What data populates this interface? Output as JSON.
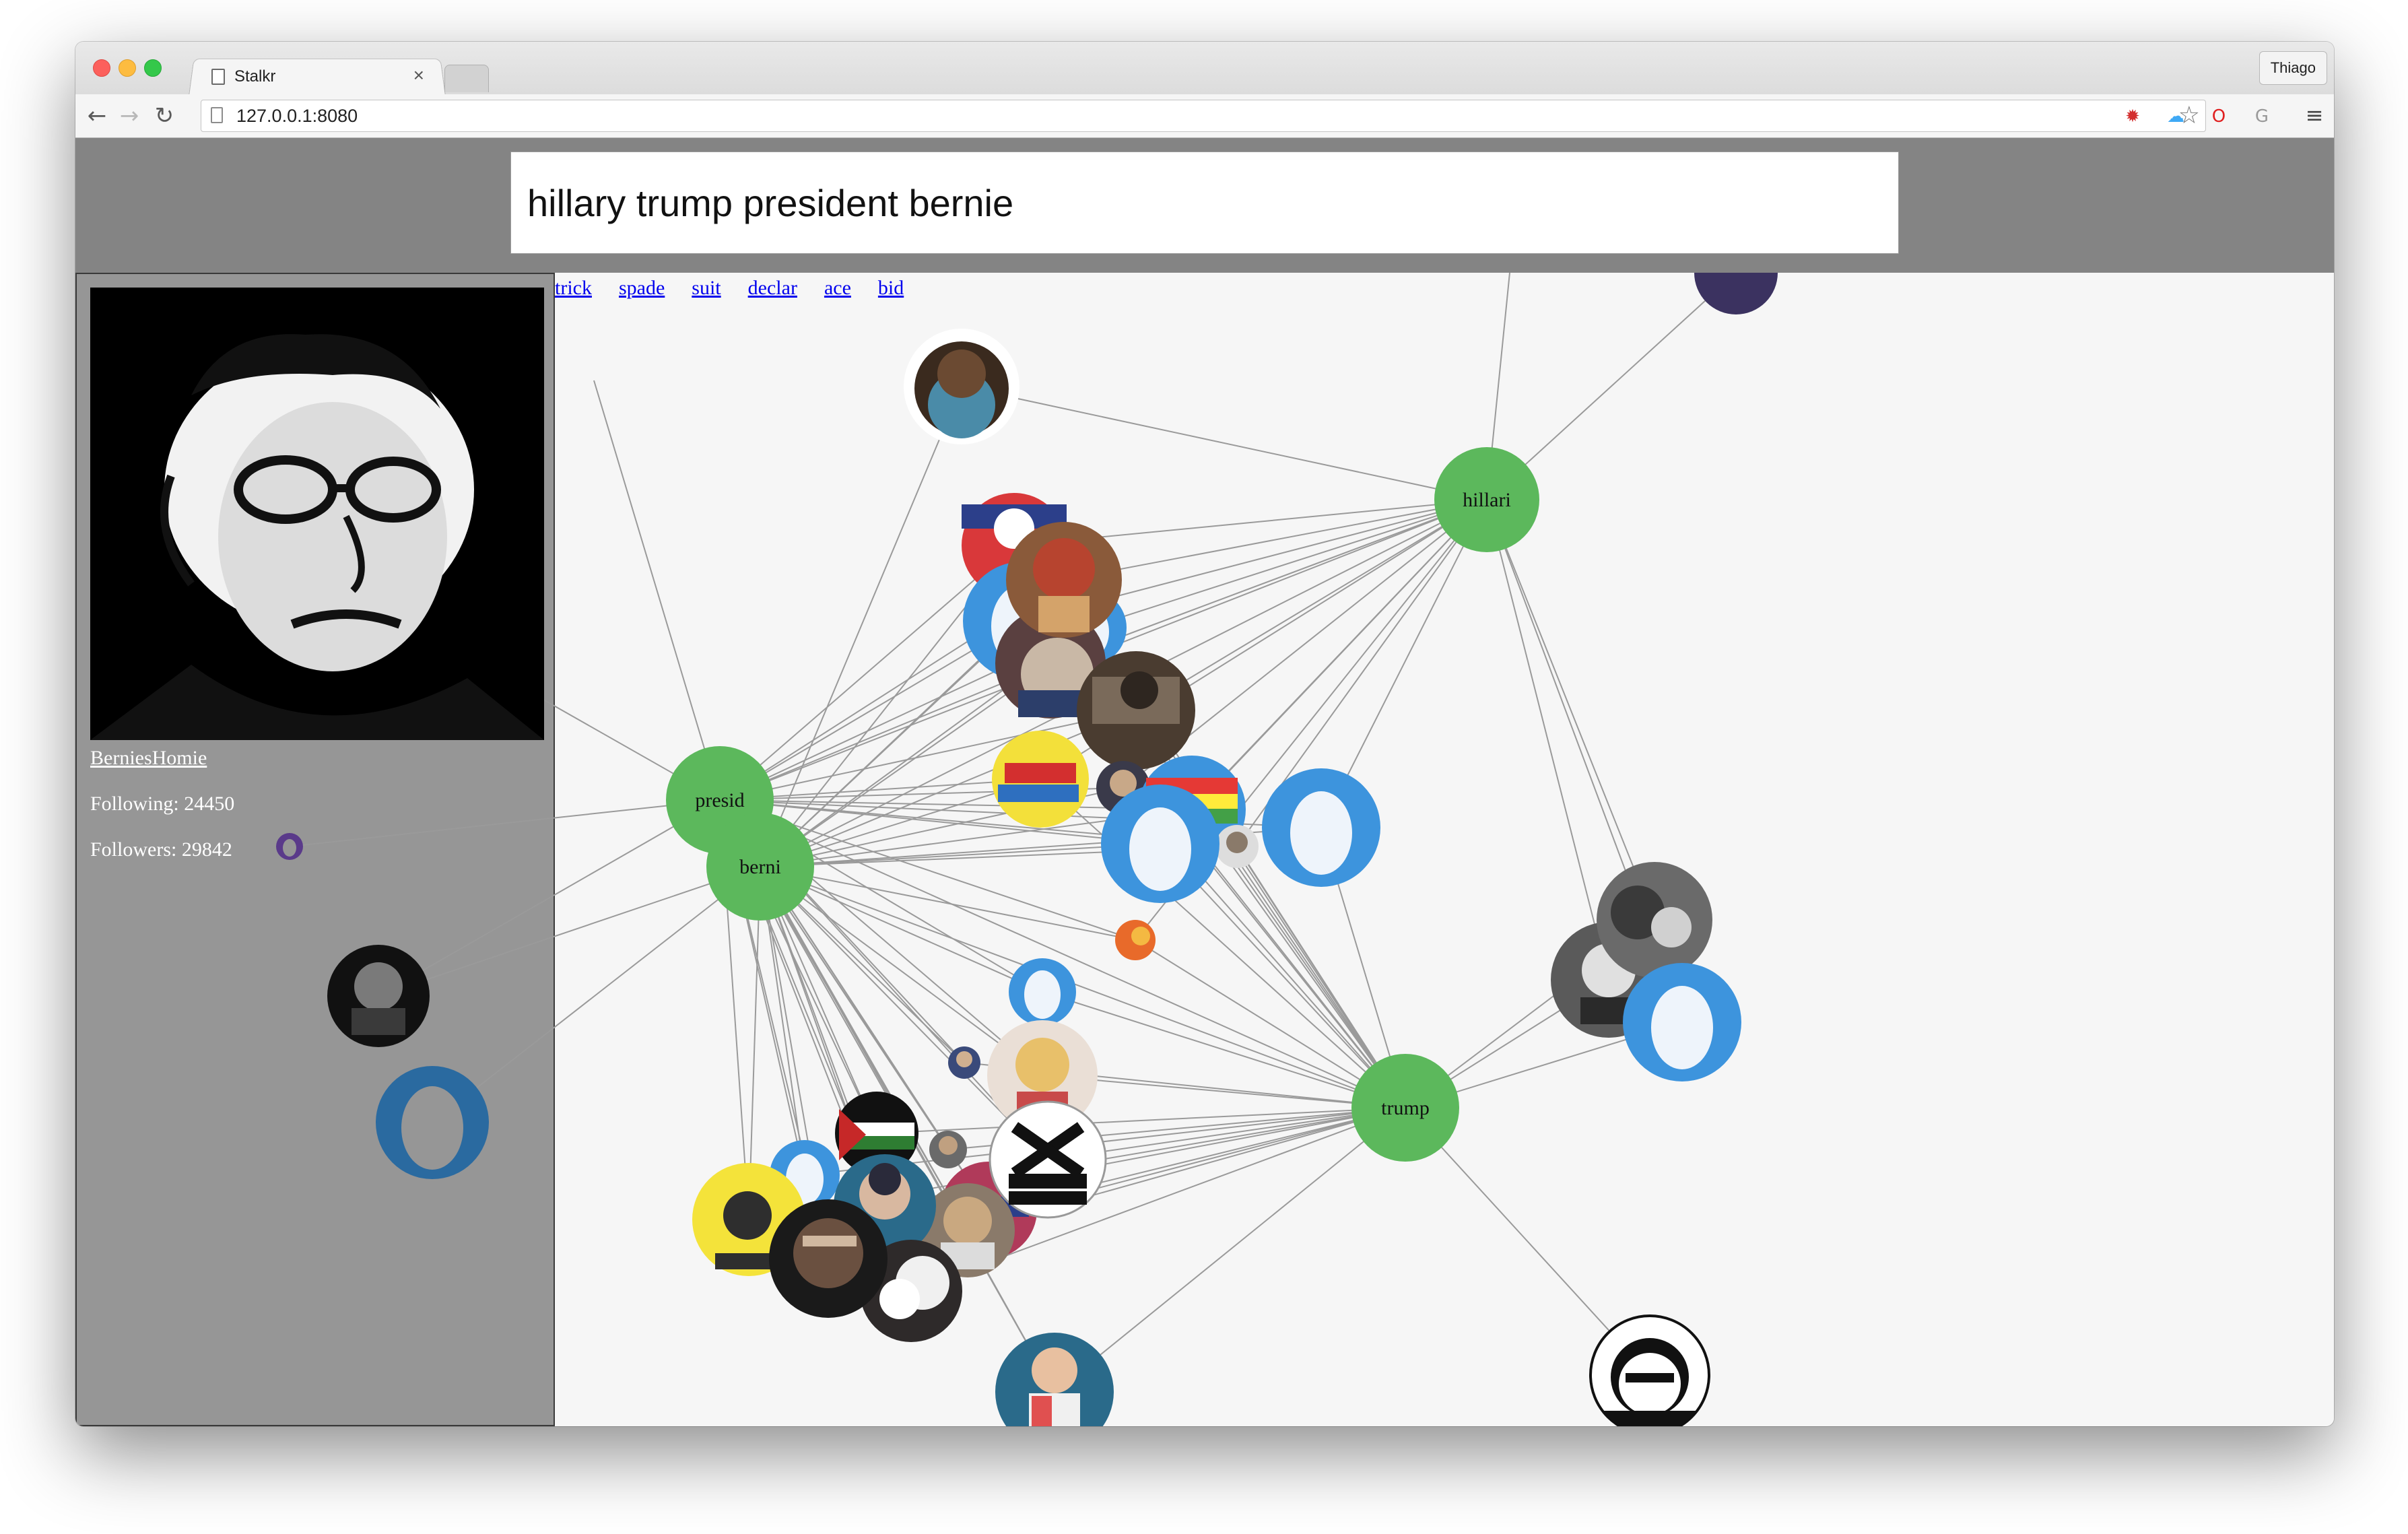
{
  "browser": {
    "tab_title": "Stalkr",
    "tab_close": "×",
    "url": "127.0.0.1:8080",
    "profile": "Thiago",
    "icons": [
      "back-arrow-icon",
      "forward-arrow-icon",
      "reload-icon",
      "page-icon",
      "star-icon",
      "extension-icon",
      "cloud-icon",
      "opera-icon",
      "grammarly-icon",
      "menu-icon"
    ]
  },
  "search": {
    "query": "hillary trump president bernie"
  },
  "related_words": [
    "trick",
    "spade",
    "suit",
    "declar",
    "ace",
    "bid"
  ],
  "profile": {
    "screen_name": "BerniesHomie",
    "following": "Following: 24450",
    "followers": "Followers: 29842"
  },
  "graph": {
    "term_nodes": [
      "hillari",
      "presid",
      "berni",
      "trump"
    ],
    "colors": {
      "term_node": "#5cb85c",
      "link": "#9a9a9a",
      "twitter_egg": "#3d94dd",
      "twitter_egg_dark": "#2a6aa0",
      "left_panel": "#969696",
      "header": "#848484"
    }
  }
}
